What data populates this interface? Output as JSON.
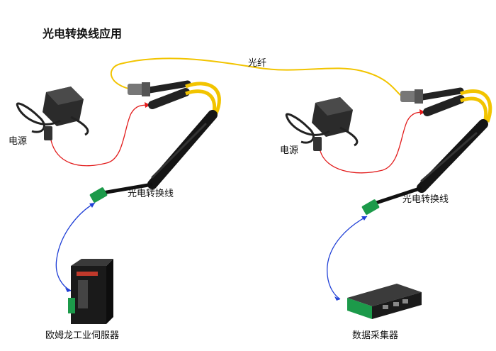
{
  "title": "光电转换线应用",
  "labels": {
    "fiber": "光纤",
    "power_left": "电源",
    "power_right": "电源",
    "converter_left": "光电转换线",
    "converter_right": "光电转换线",
    "servo": "欧姆龙工业伺服器",
    "collector": "数据采集器"
  },
  "colors": {
    "fiber": "#f2c400",
    "power_line": "#e21b1b",
    "signal_line": "#1f3fd6",
    "cable": "#111111",
    "connector_green": "#1c9a4a"
  }
}
